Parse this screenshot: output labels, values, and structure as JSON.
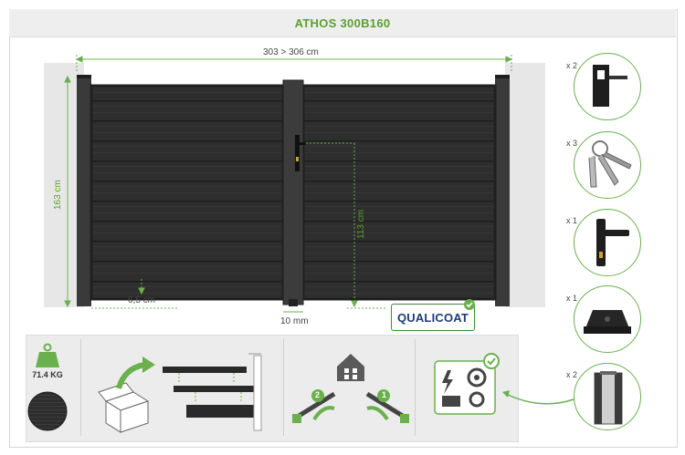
{
  "title": "ATHOS 300B160",
  "dimensions": {
    "width": "303 > 306 cm",
    "height": "163 cm",
    "lock_height": "113 cm",
    "ground_clearance": "6,5 cm",
    "post_gap": "10 mm"
  },
  "certification": {
    "name": "QUALICOAT"
  },
  "features": {
    "weight": "71.4 KG",
    "numbers": [
      "2",
      "1"
    ]
  },
  "accessories": [
    {
      "qty": "x 2",
      "icon": "hinge-icon"
    },
    {
      "qty": "x 3",
      "icon": "keys-icon"
    },
    {
      "qty": "x 1",
      "icon": "handle-icon"
    },
    {
      "qty": "x 1",
      "icon": "gate-stop-icon"
    },
    {
      "qty": "x 2",
      "icon": "post-profile-icon"
    }
  ],
  "colors": {
    "accent": "#5aa02c",
    "gate": "#2b2b2b",
    "panel_bg": "#ececec"
  }
}
